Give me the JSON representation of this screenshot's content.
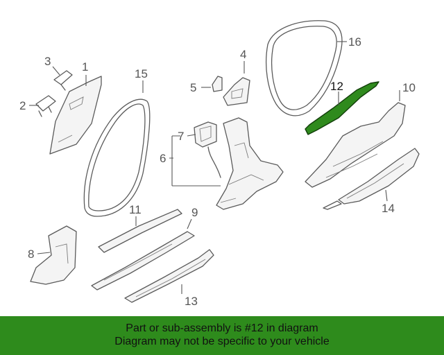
{
  "callouts": {
    "c1": "1",
    "c2": "2",
    "c3": "3",
    "c4": "4",
    "c5": "5",
    "c6": "6",
    "c7": "7",
    "c8": "8",
    "c9": "9",
    "c10": "10",
    "c11": "11",
    "c12": "12",
    "c13": "13",
    "c14": "14",
    "c15": "15",
    "c16": "16"
  },
  "highlight": {
    "part_number": "12",
    "color": "#2f8a1d"
  },
  "banner": {
    "line1": "Part or sub-assembly is #12 in diagram",
    "line2": "Diagram may not be specific to your vehicle",
    "color": "#2e8b1c"
  }
}
